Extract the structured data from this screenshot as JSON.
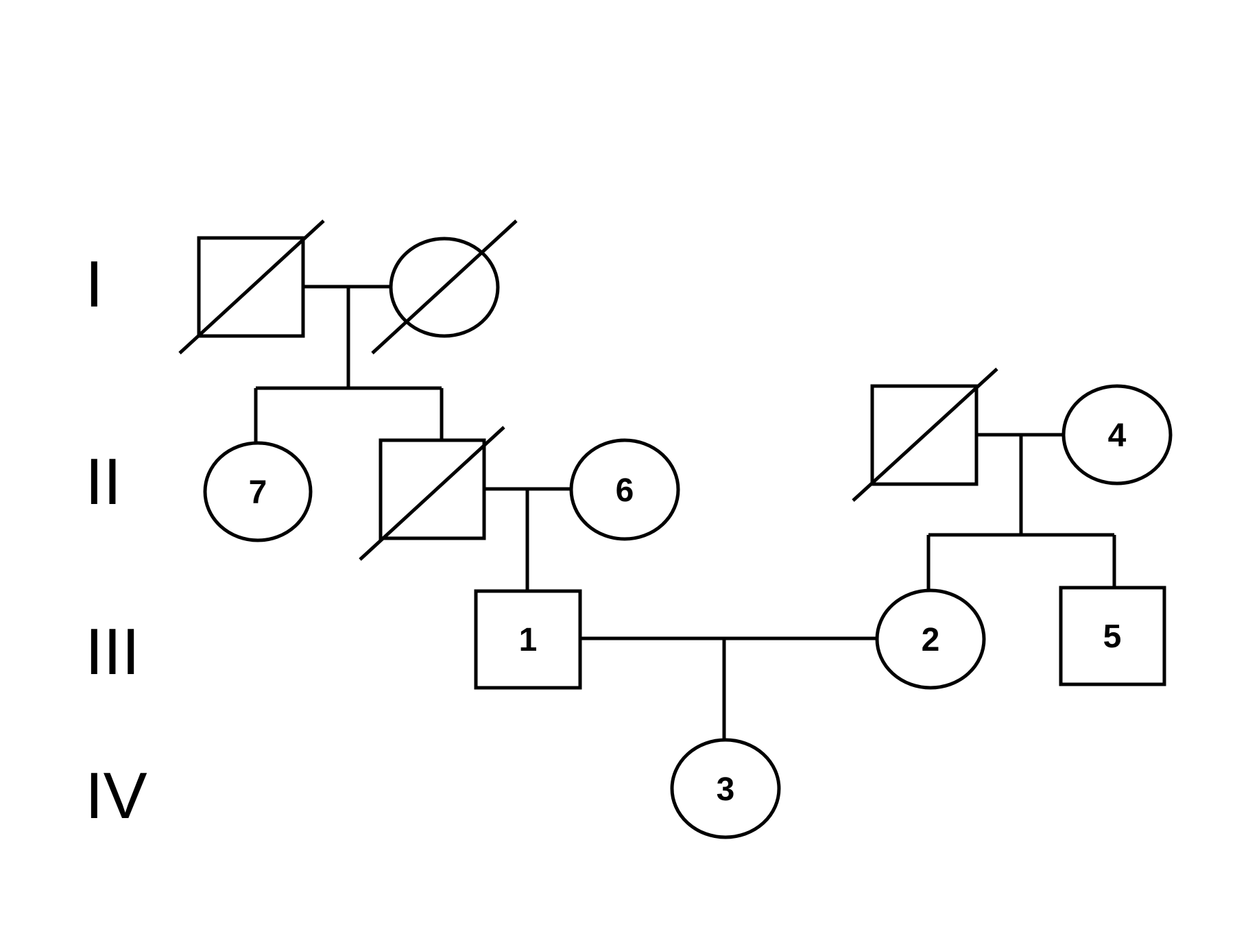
{
  "generations": [
    "I",
    "II",
    "III",
    "IV"
  ],
  "individuals": [
    {
      "key": "I-male",
      "sex": "male",
      "label": "",
      "deceased": true
    },
    {
      "key": "I-female",
      "sex": "female",
      "label": "",
      "deceased": true
    },
    {
      "key": "II-7",
      "sex": "female",
      "label": "7",
      "deceased": false
    },
    {
      "key": "II-male",
      "sex": "male",
      "label": "",
      "deceased": true
    },
    {
      "key": "II-6",
      "sex": "female",
      "label": "6",
      "deceased": false
    },
    {
      "key": "II-male-right",
      "sex": "male",
      "label": "",
      "deceased": true
    },
    {
      "key": "II-4",
      "sex": "female",
      "label": "4",
      "deceased": false
    },
    {
      "key": "III-1",
      "sex": "male",
      "label": "1",
      "deceased": false
    },
    {
      "key": "III-2",
      "sex": "female",
      "label": "2",
      "deceased": false
    },
    {
      "key": "III-5",
      "sex": "male",
      "label": "5",
      "deceased": false
    },
    {
      "key": "IV-3",
      "sex": "female",
      "label": "3",
      "deceased": false
    }
  ],
  "colors": {
    "line": "#000000",
    "fill": "#ffffff"
  }
}
